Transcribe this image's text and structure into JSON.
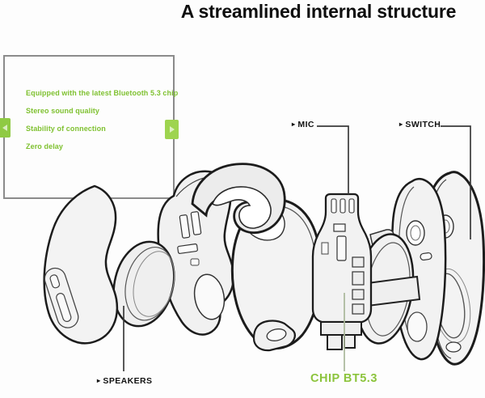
{
  "title": "A streamlined internal structure",
  "feature_box": {
    "items": [
      "Equipped with the latest Bluetooth 5.3 chip",
      "Stereo sound quality",
      "Stability of connection",
      "Zero delay"
    ]
  },
  "callouts": {
    "arrow_glyph": "▸",
    "mic": "MIC",
    "switch": "SWITCH",
    "speakers": "SPEAKERS",
    "chip": "CHIP BT5.3"
  },
  "colors": {
    "feature_text_green": "#7fc130",
    "chip_label_green": "#8cc43c",
    "handle_green_left": "#8fca43",
    "handle_green_right": "#9ed44f",
    "outline_dark": "#1c1c1c",
    "leader_line_dark": "#3a3a3a",
    "chip_leader_gray_green": "#a9b79a",
    "feature_box_border_gray": "#8b8b8b",
    "part_fill_light": "#f2f2f2",
    "background": "#fdfdfd"
  }
}
